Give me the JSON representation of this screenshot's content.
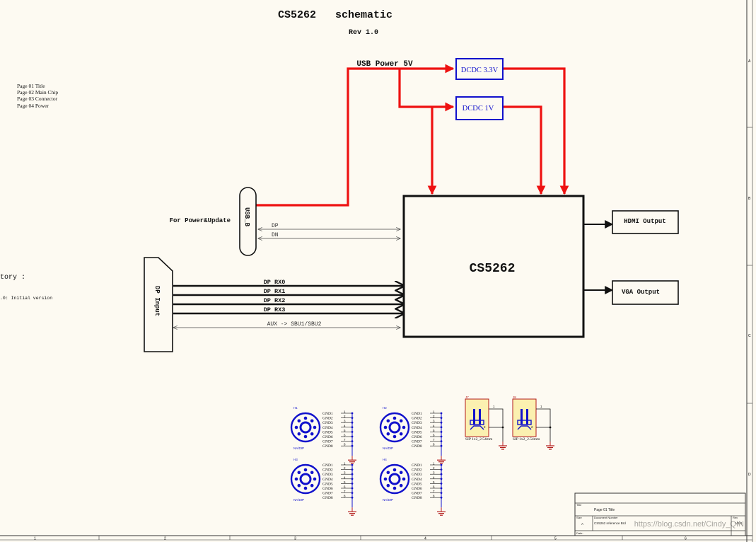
{
  "title": "CS5262   schematic",
  "revision": "Rev 1.0",
  "page_list": [
    "Page 01 Title",
    "Page 02 Main Chip",
    "Page 03 Connector",
    "Page 04 Power"
  ],
  "history": {
    "heading": "tory :",
    "entry": ".0: Initial version"
  },
  "usb_power_label": "USB Power 5V",
  "dcdc_33": "DCDC 3.3V",
  "dcdc_1v": "DCDC 1V",
  "main_chip": "CS5262",
  "hdmi_output": "HDMI Output",
  "vga_output": "VGA Output",
  "usb_connector": "USB_B",
  "usb_note": "For Power&Update",
  "usb_signals": [
    "DP",
    "DN"
  ],
  "dp_input": "DP Input",
  "dp_lanes": [
    "DP RX0",
    "DP RX1",
    "DP RX2",
    "DP RX3"
  ],
  "aux_label": "AUX -> SBU1/SBU2",
  "mount_holes": [
    {
      "ref": "H1",
      "part": "NA/DIP"
    },
    {
      "ref": "H2",
      "part": "NA/DIP"
    },
    {
      "ref": "H3",
      "part": "NA/DIP"
    },
    {
      "ref": "H4",
      "part": "NA/DIP"
    }
  ],
  "gnd_pins": [
    "GND1",
    "GND2",
    "GND3",
    "GND4",
    "GND5",
    "GND6",
    "GND7",
    "GND8"
  ],
  "pin_numbers": [
    "1",
    "2",
    "3",
    "4",
    "5",
    "6",
    "7",
    "8"
  ],
  "jumpers": [
    {
      "ref": "J7",
      "footprint": "SIP 1x2_2.54mm"
    },
    {
      "ref": "J8",
      "footprint": "SIP 1x2_2.54mm"
    }
  ],
  "title_block": {
    "title_label": "Title",
    "title_value": "Page 01 Title",
    "size_label": "Size",
    "size_value": "A",
    "docnum_label": "Document Number",
    "docnum_value": "CS5262 reference Brd",
    "rev_label": "Rev",
    "rev_value": "V1.0",
    "date_label": "Date:",
    "watermark": "https://blog.csdn.net/Cindy_QIN"
  },
  "border_columns": [
    "1",
    "2",
    "3",
    "4",
    "5",
    "6"
  ],
  "border_rows": [
    "A",
    "B",
    "C",
    "D"
  ],
  "colors": {
    "power": "#ee1111",
    "block": "#1111cc",
    "wire": "#111111",
    "background": "#fdfaf2"
  }
}
